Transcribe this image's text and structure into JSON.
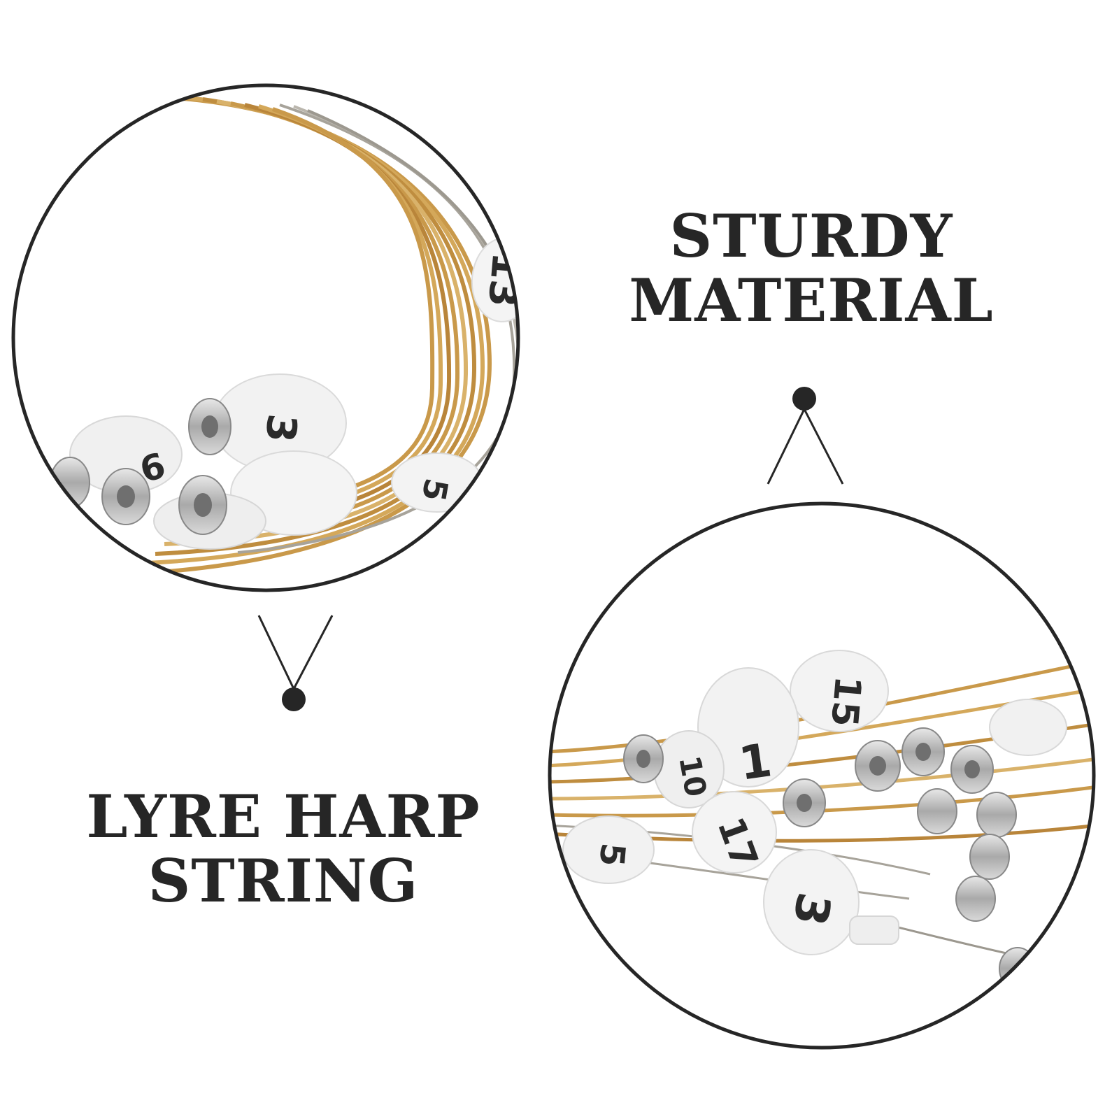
{
  "headline_top": {
    "line1": "STURDY",
    "line2": "MATERIAL"
  },
  "headline_bottom": {
    "line1": "LYRE HARP",
    "line2": "STRING"
  },
  "tags_top_circle": [
    "13",
    "3",
    "6",
    "5"
  ],
  "tags_bottom_circle": [
    "1",
    "15",
    "10",
    "17",
    "5",
    "3"
  ],
  "colors": {
    "background": "#ffffff",
    "circle_outline": "#262626",
    "text": "#262626",
    "string_gold": "#c9994a",
    "string_silver": "#a7a39a",
    "tag_paper": "#f3f3f3",
    "bead_metal": "#b9b9b9"
  }
}
